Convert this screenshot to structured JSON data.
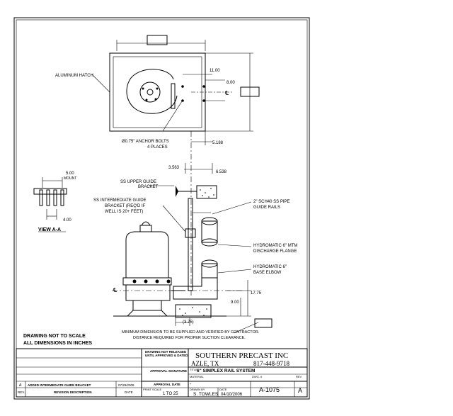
{
  "notes": {
    "line1": "DRAWING NOT TO SCALE",
    "line2": "ALL DIMENSIONS IN INCHES"
  },
  "plan": {
    "hatch_label": "ALUMINUM HATCH",
    "anchor_label_1": "Ø0.75\" ANCHOR BOLTS",
    "anchor_label_2": "4 PLACES",
    "dim_11": "11.00",
    "dim_8": "8.00",
    "dim_5188": "5.188",
    "cl": "℄"
  },
  "view_aa": {
    "dim_top": "5.00",
    "dim_top_sub": "MOUNT",
    "dim_bottom": "4.00",
    "title": "VIEW A-A"
  },
  "elevation": {
    "dim_3563": "3.563",
    "dim_6538": "6.538",
    "upper_bracket_1": "SS UPPER GUIDE",
    "upper_bracket_2": "BRACKET",
    "inter_bracket_1": "SS INTERMEDIATE GUIDE",
    "inter_bracket_2": "BRACKET (REQ'D IF",
    "inter_bracket_3": "WELL IS 20+ FEET)",
    "rails_1": "2\" SCH40 SS PIPE",
    "rails_2": "GUIDE RAILS",
    "flange_1": "HYDROMATIC 6\" MTM",
    "flange_2": "DISCHARGE FLANGE",
    "elbow_1": "HYDROMATIC 6\"",
    "elbow_2": "BASE ELBOW",
    "dim_1775": "17.75",
    "dim_900": "9.00",
    "dim_375": "(3.75)",
    "min_note_1": "MINIMUM DIMENSION TO BE SUPPLIED AND VERIFIED BY CONTRACTOR.",
    "min_note_2": "DISTANCE REQUIRED FOR PROPER SUCTION CLEARANCE."
  },
  "title_block": {
    "company": "SOUTHERN PRECAST INC",
    "city": "AZLE, TX",
    "phone": "817-448-9718",
    "drawing_note_1": "DRAWING NOT RELEASED",
    "drawing_note_2": "UNTIL APPROVED & DATED",
    "approval_signature": "APPROVAL SIGNATURE",
    "approval_date": "APPROVAL DATE",
    "title_label": "TITLE",
    "title": "6\" SIMPLEX RAIL SYSTEM",
    "material_label": "MATERIAL",
    "dash": "-",
    "dwg_label": "DWG. #",
    "dwg": "A-1075",
    "rev_label": "REV",
    "rev": "A",
    "scale_label": "PRINT SCALE",
    "scale": "1 TO 25",
    "drawn_label": "DRAWN BY",
    "drawn": "S. TOWLES",
    "date_label": "DATE",
    "date": "04/10/2006",
    "rev_row_letter": "A",
    "rev_row_desc": "ADDED INTERMEDIATE GUIDE BRACKET",
    "rev_row_date": "07/29/2008",
    "hdr_rev": "REV.",
    "hdr_desc": "REVISION DESCRIPTION",
    "hdr_date": "DATE"
  }
}
